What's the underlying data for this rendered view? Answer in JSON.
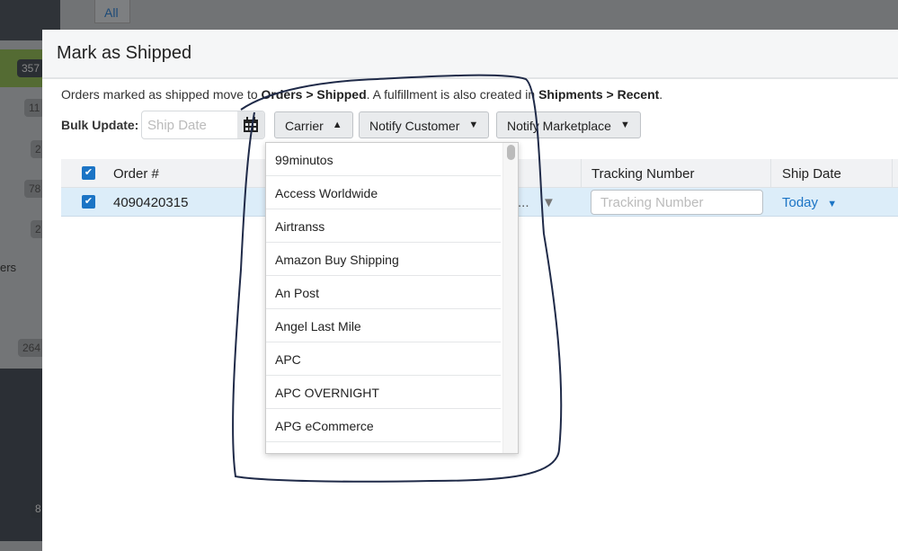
{
  "background": {
    "tab_all": "All",
    "badges": [
      "357",
      "11",
      "2",
      "78",
      "2",
      "264",
      "8"
    ],
    "side_text": "ers"
  },
  "modal": {
    "title": "Mark as Shipped",
    "info": {
      "prefix": "Orders marked as shipped move to ",
      "b1": "Orders > Shipped",
      "mid": ". A fulfillment is also created in ",
      "b2": "Shipments > Recent",
      "suffix": "."
    },
    "bulk_label": "Bulk Update:",
    "ship_date_placeholder": "Ship Date",
    "buttons": {
      "carrier": "Carrier",
      "notify_customer": "Notify Customer",
      "notify_marketplace": "Notify Marketplace"
    },
    "table": {
      "headers": {
        "order": "Order #",
        "tracking": "Tracking Number",
        "ship_date": "Ship Date"
      },
      "row": {
        "order": "4090420315",
        "carrier": "...",
        "tracking_placeholder": "Tracking Number",
        "ship_date": "Today"
      }
    },
    "carrier_options": [
      "99minutos",
      "Access Worldwide",
      "Airtranss",
      "Amazon Buy Shipping",
      "An Post",
      "Angel Last Mile",
      "APC",
      "APC OVERNIGHT",
      "APG eCommerce"
    ]
  }
}
